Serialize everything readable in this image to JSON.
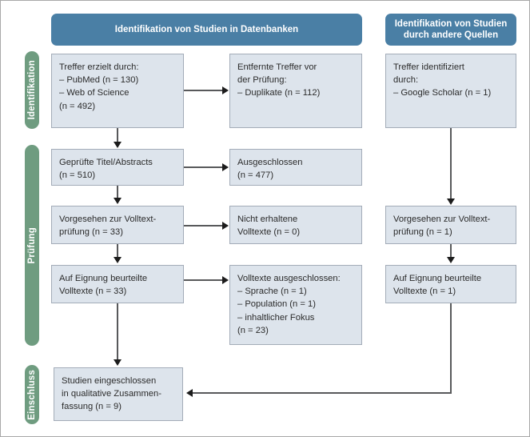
{
  "figure": {
    "type": "prisma-flow-diagram",
    "language": "de",
    "colors": {
      "header_bar": "#4a7fa5",
      "stage_label": "#6f9c80",
      "box_fill": "#dde4ec",
      "box_border": "#a3acb8",
      "connector": "#58595b",
      "canvas": "#ffffff"
    }
  },
  "headers": [
    {
      "id": "databases",
      "label": "Identifikation von Studien in Datenbanken"
    },
    {
      "id": "other-sources",
      "label": "Identifikation von Studien\ndurch andere Quellen"
    }
  ],
  "stages": [
    {
      "id": "identifikation",
      "label": "Identifikation"
    },
    {
      "id": "pruefung",
      "label": "Prüfung"
    },
    {
      "id": "einschluss",
      "label": "Einschluss"
    }
  ],
  "boxes": {
    "records_identified": {
      "text": "Treffer erzielt durch:\n– PubMed (n = 130)\n– Web of Science\n   (n = 492)"
    },
    "records_removed": {
      "text": "Entfernte Treffer vor\nder Prüfung:\n– Duplikate (n = 112)"
    },
    "other_identified": {
      "text": "Treffer identifiziert\ndurch:\n– Google Scholar (n = 1)"
    },
    "screened": {
      "text": "Geprüfte Titel/Abstracts\n(n = 510)"
    },
    "excluded_screening": {
      "text": "Ausgeschlossen\n(n = 477)"
    },
    "sought_retrieval": {
      "text": "Vorgesehen zur Volltext-\nprüfung (n = 33)"
    },
    "not_retrieved": {
      "text": "Nicht erhaltene\nVolltexte (n = 0)"
    },
    "sought_retrieval_other": {
      "text": "Vorgesehen zur Volltext-\nprüfung (n = 1)"
    },
    "assessed_eligibility": {
      "text": "Auf Eignung beurteilte\nVolltexte (n = 33)"
    },
    "excluded_fulltext": {
      "text": "Volltexte ausgeschlossen:\n– Sprache (n = 1)\n– Population (n = 1)\n– inhaltlicher Fokus\n   (n = 23)"
    },
    "assessed_eligibility_other": {
      "text": "Auf Eignung beurteilte\nVolltexte (n = 1)"
    },
    "included": {
      "text": "Studien eingeschlossen\nin qualitative Zusammen-\nfassung (n = 9)"
    }
  },
  "chart_data": {
    "type": "diagram",
    "title": "PRISMA Flussdiagramm",
    "nodes": [
      {
        "id": "records_identified",
        "column": "databases",
        "stage": "Identifikation",
        "label": "Treffer erzielt durch: PubMed (n = 130), Web of Science (n = 492)",
        "counts": {
          "PubMed": 130,
          "Web of Science": 492
        }
      },
      {
        "id": "records_removed",
        "column": "databases-exclusions",
        "stage": "Identifikation",
        "label": "Entfernte Treffer vor der Prüfung: Duplikate (n = 112)",
        "counts": {
          "Duplikate": 112
        }
      },
      {
        "id": "other_identified",
        "column": "other-sources",
        "stage": "Identifikation",
        "label": "Treffer identifiziert durch: Google Scholar (n = 1)",
        "counts": {
          "Google Scholar": 1
        }
      },
      {
        "id": "screened",
        "column": "databases",
        "stage": "Prüfung",
        "label": "Geprüfte Titel/Abstracts",
        "counts": {
          "n": 510
        }
      },
      {
        "id": "excluded_screening",
        "column": "databases-exclusions",
        "stage": "Prüfung",
        "label": "Ausgeschlossen",
        "counts": {
          "n": 477
        }
      },
      {
        "id": "sought_retrieval",
        "column": "databases",
        "stage": "Prüfung",
        "label": "Vorgesehen zur Volltextprüfung",
        "counts": {
          "n": 33
        }
      },
      {
        "id": "not_retrieved",
        "column": "databases-exclusions",
        "stage": "Prüfung",
        "label": "Nicht erhaltene Volltexte",
        "counts": {
          "n": 0
        }
      },
      {
        "id": "sought_retrieval_other",
        "column": "other-sources",
        "stage": "Prüfung",
        "label": "Vorgesehen zur Volltextprüfung",
        "counts": {
          "n": 1
        }
      },
      {
        "id": "assessed_eligibility",
        "column": "databases",
        "stage": "Prüfung",
        "label": "Auf Eignung beurteilte Volltexte",
        "counts": {
          "n": 33
        }
      },
      {
        "id": "excluded_fulltext",
        "column": "databases-exclusions",
        "stage": "Prüfung",
        "label": "Volltexte ausgeschlossen",
        "counts": {
          "Sprache": 1,
          "Population": 1,
          "inhaltlicher Fokus": 23
        }
      },
      {
        "id": "assessed_eligibility_other",
        "column": "other-sources",
        "stage": "Prüfung",
        "label": "Auf Eignung beurteilte Volltexte",
        "counts": {
          "n": 1
        }
      },
      {
        "id": "included",
        "column": "databases",
        "stage": "Einschluss",
        "label": "Studien eingeschlossen in qualitative Zusammenfassung",
        "counts": {
          "n": 9
        }
      }
    ],
    "edges": [
      {
        "from": "records_identified",
        "to": "records_removed"
      },
      {
        "from": "records_identified",
        "to": "screened"
      },
      {
        "from": "screened",
        "to": "excluded_screening"
      },
      {
        "from": "screened",
        "to": "sought_retrieval"
      },
      {
        "from": "sought_retrieval",
        "to": "not_retrieved"
      },
      {
        "from": "sought_retrieval",
        "to": "assessed_eligibility"
      },
      {
        "from": "assessed_eligibility",
        "to": "excluded_fulltext"
      },
      {
        "from": "assessed_eligibility",
        "to": "included"
      },
      {
        "from": "other_identified",
        "to": "sought_retrieval_other"
      },
      {
        "from": "sought_retrieval_other",
        "to": "assessed_eligibility_other"
      },
      {
        "from": "assessed_eligibility_other",
        "to": "included"
      }
    ]
  }
}
